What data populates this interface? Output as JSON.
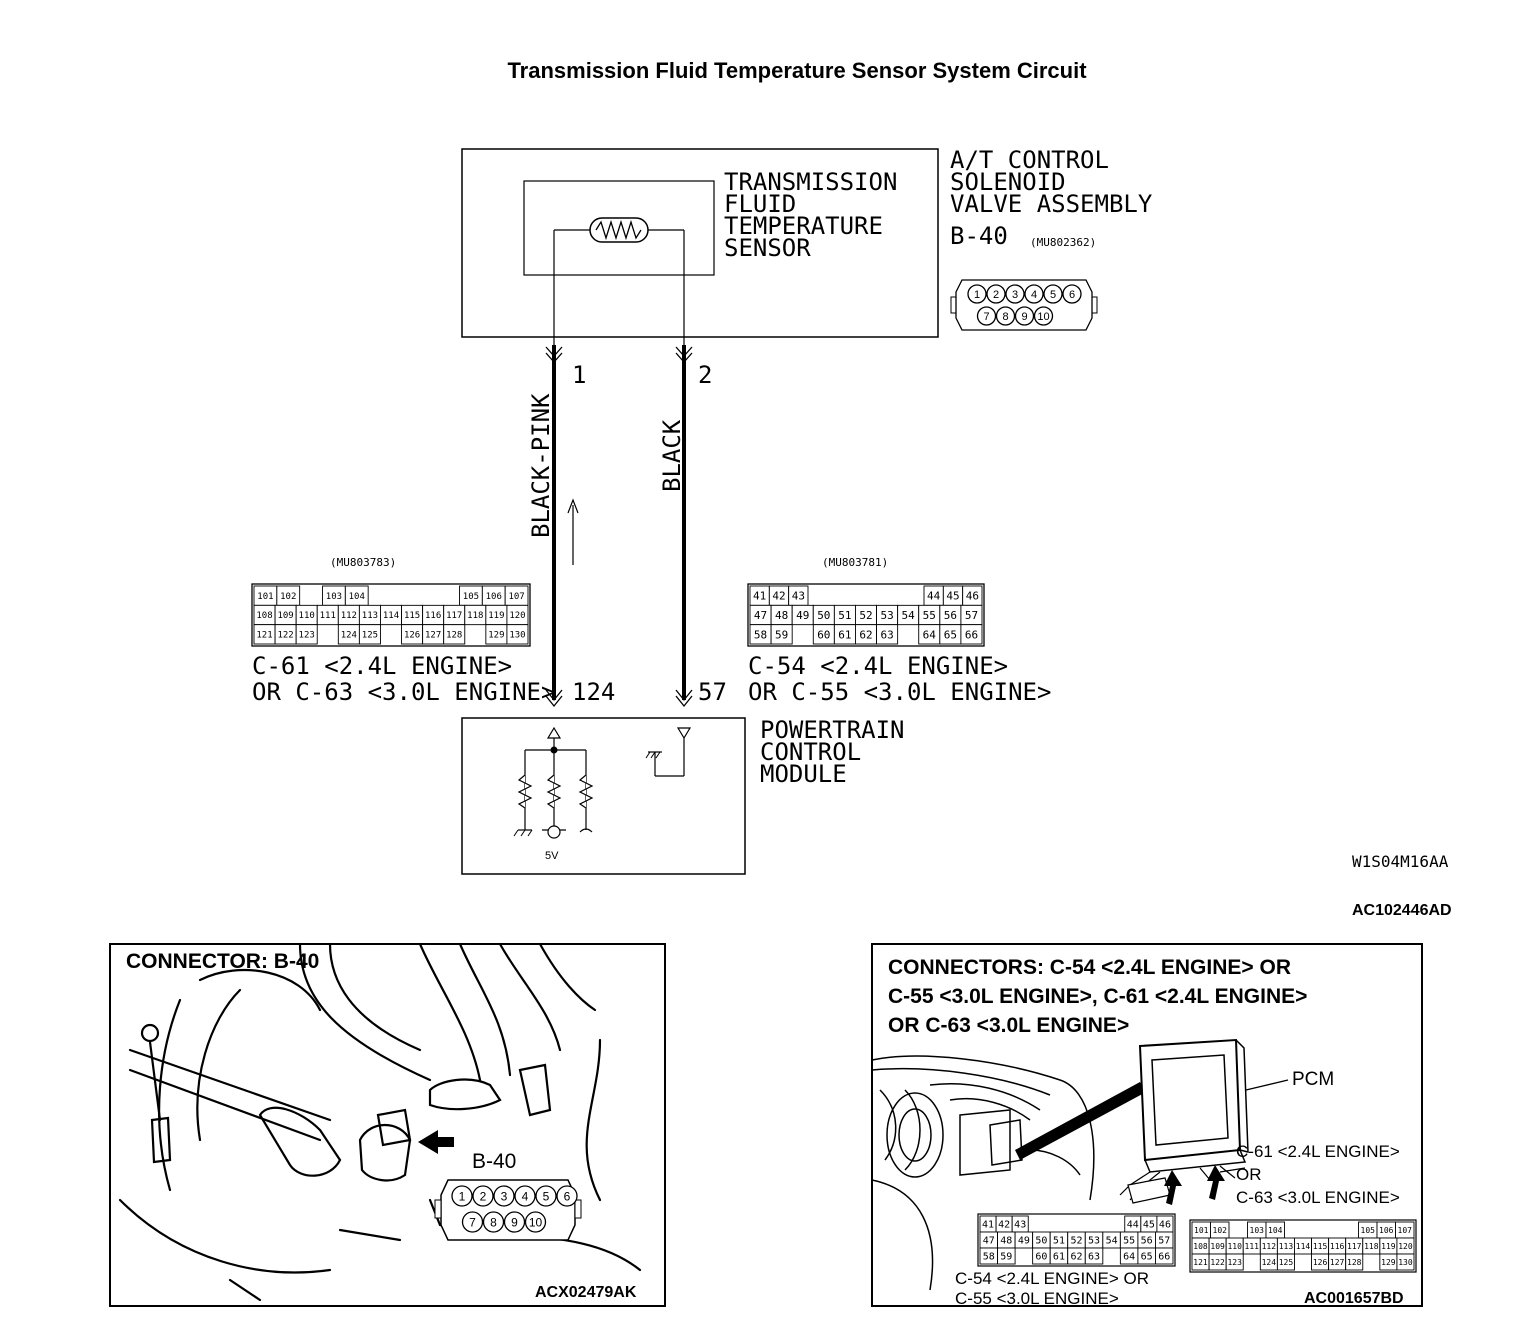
{
  "title": "Transmission Fluid Temperature Sensor System Circuit",
  "sensor": {
    "lines": [
      "TRANSMISSION",
      "FLUID",
      "TEMPERATURE",
      "SENSOR"
    ]
  },
  "assembly": {
    "lines": [
      "A/T CONTROL",
      "SOLENOID",
      "VALVE ASSEMBLY"
    ],
    "connector": "B-40",
    "part_number": "(MU802362)"
  },
  "b40_pins_top": [
    "1",
    "2",
    "3",
    "4",
    "5",
    "6"
  ],
  "b40_pins_bottom": [
    "7",
    "8",
    "9",
    "10"
  ],
  "wires": [
    {
      "terminal": "1",
      "color": "BLACK-PINK",
      "pcm_terminal": "124"
    },
    {
      "terminal": "2",
      "color": "BLACK",
      "pcm_terminal": "57"
    }
  ],
  "connector_left": {
    "part_number": "(MU803783)",
    "label_lines": [
      "C-61 <2.4L ENGINE>",
      "OR C-63 <3.0L ENGINE>"
    ],
    "rows": [
      [
        "101",
        "102",
        "",
        "103",
        "104",
        "",
        "",
        "",
        "",
        "105",
        "106",
        "107"
      ],
      [
        "108",
        "109",
        "110",
        "111",
        "112",
        "113",
        "114",
        "115",
        "116",
        "117",
        "118",
        "119",
        "120"
      ],
      [
        "121",
        "122",
        "123",
        "",
        "124",
        "125",
        "",
        "126",
        "127",
        "128",
        "",
        "129",
        "130"
      ]
    ]
  },
  "connector_right": {
    "part_number": "(MU803781)",
    "label_lines": [
      "C-54 <2.4L ENGINE>",
      "OR C-55 <3.0L ENGINE>"
    ],
    "rows": [
      [
        "41",
        "42",
        "43",
        "",
        "",
        "",
        "",
        "",
        "",
        "44",
        "45",
        "46"
      ],
      [
        "47",
        "48",
        "49",
        "50",
        "51",
        "52",
        "53",
        "54",
        "55",
        "56",
        "57"
      ],
      [
        "58",
        "59",
        "",
        "60",
        "61",
        "62",
        "63",
        "",
        "64",
        "65",
        "66"
      ]
    ]
  },
  "pcm": {
    "lines": [
      "POWERTRAIN",
      "CONTROL",
      "MODULE"
    ],
    "voltage": "5V"
  },
  "figure_code": "W1S04M16AA",
  "figure_id": "AC102446AD",
  "panel_left": {
    "heading": "CONNECTOR: B-40",
    "connector_label": "B-40",
    "figure_id": "ACX02479AK"
  },
  "panel_right": {
    "heading_lines": [
      "CONNECTORS: C-54 <2.4L ENGINE> OR",
      "C-55 <3.0L ENGINE>, C-61 <2.4L ENGINE>",
      "OR C-63 <3.0L ENGINE>"
    ],
    "pcm_label": "PCM",
    "callout_lines": [
      "C-61 <2.4L ENGINE>",
      "OR",
      "C-63 <3.0L ENGINE>"
    ],
    "bottom_label_lines": [
      "C-54 <2.4L ENGINE> OR",
      "C-55 <3.0L ENGINE>"
    ],
    "figure_id": "AC001657BD"
  }
}
